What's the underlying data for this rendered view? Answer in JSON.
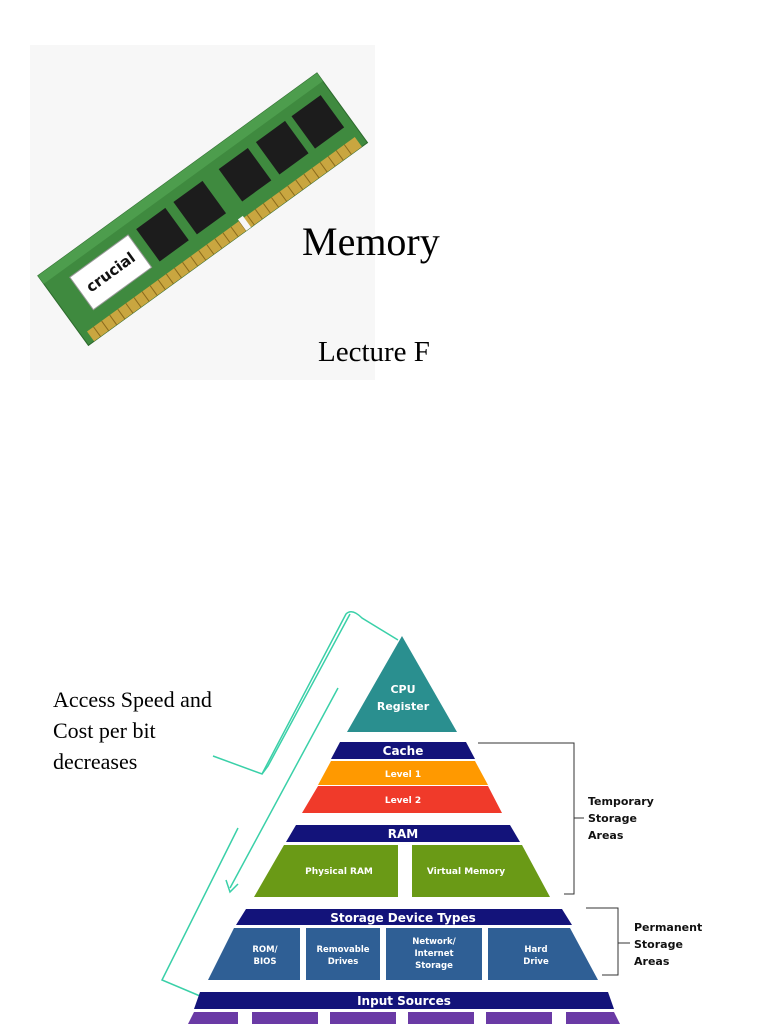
{
  "slide1": {
    "title": "Memory",
    "subtitle": "Lecture F",
    "ram_image": {
      "brand_label": "crucial",
      "icon": "ram-module-photo"
    }
  },
  "slide2": {
    "note_lines": [
      "Access Speed and",
      "Cost per bit",
      "decreases"
    ],
    "pyramid": {
      "cpu": [
        "CPU",
        "Register"
      ],
      "cache": {
        "header": "Cache",
        "level1": "Level 1",
        "level2": "Level 2"
      },
      "ram": {
        "header": "RAM",
        "physical": "Physical RAM",
        "virtual": "Virtual Memory"
      },
      "storage": {
        "header": "Storage Device Types",
        "rom": [
          "ROM/",
          "BIOS"
        ],
        "removable": [
          "Removable",
          "Drives"
        ],
        "network": [
          "Network/",
          "Internet",
          "Storage"
        ],
        "hard": [
          "Hard",
          "Drive"
        ]
      },
      "input": {
        "header": "Input Sources"
      }
    },
    "brackets": {
      "temporary": [
        "Temporary",
        "Storage",
        "Areas"
      ],
      "permanent": [
        "Permanent",
        "Storage",
        "Areas"
      ]
    },
    "colors": {
      "cpu_teal": "#2a8f8f",
      "navy": "#13137a",
      "orange": "#ff9900",
      "red": "#f03a2a",
      "green": "#6a9a16",
      "blue": "#2f5f95",
      "purple": "#6a3aa5",
      "arrow": "#3ad0a8"
    }
  }
}
